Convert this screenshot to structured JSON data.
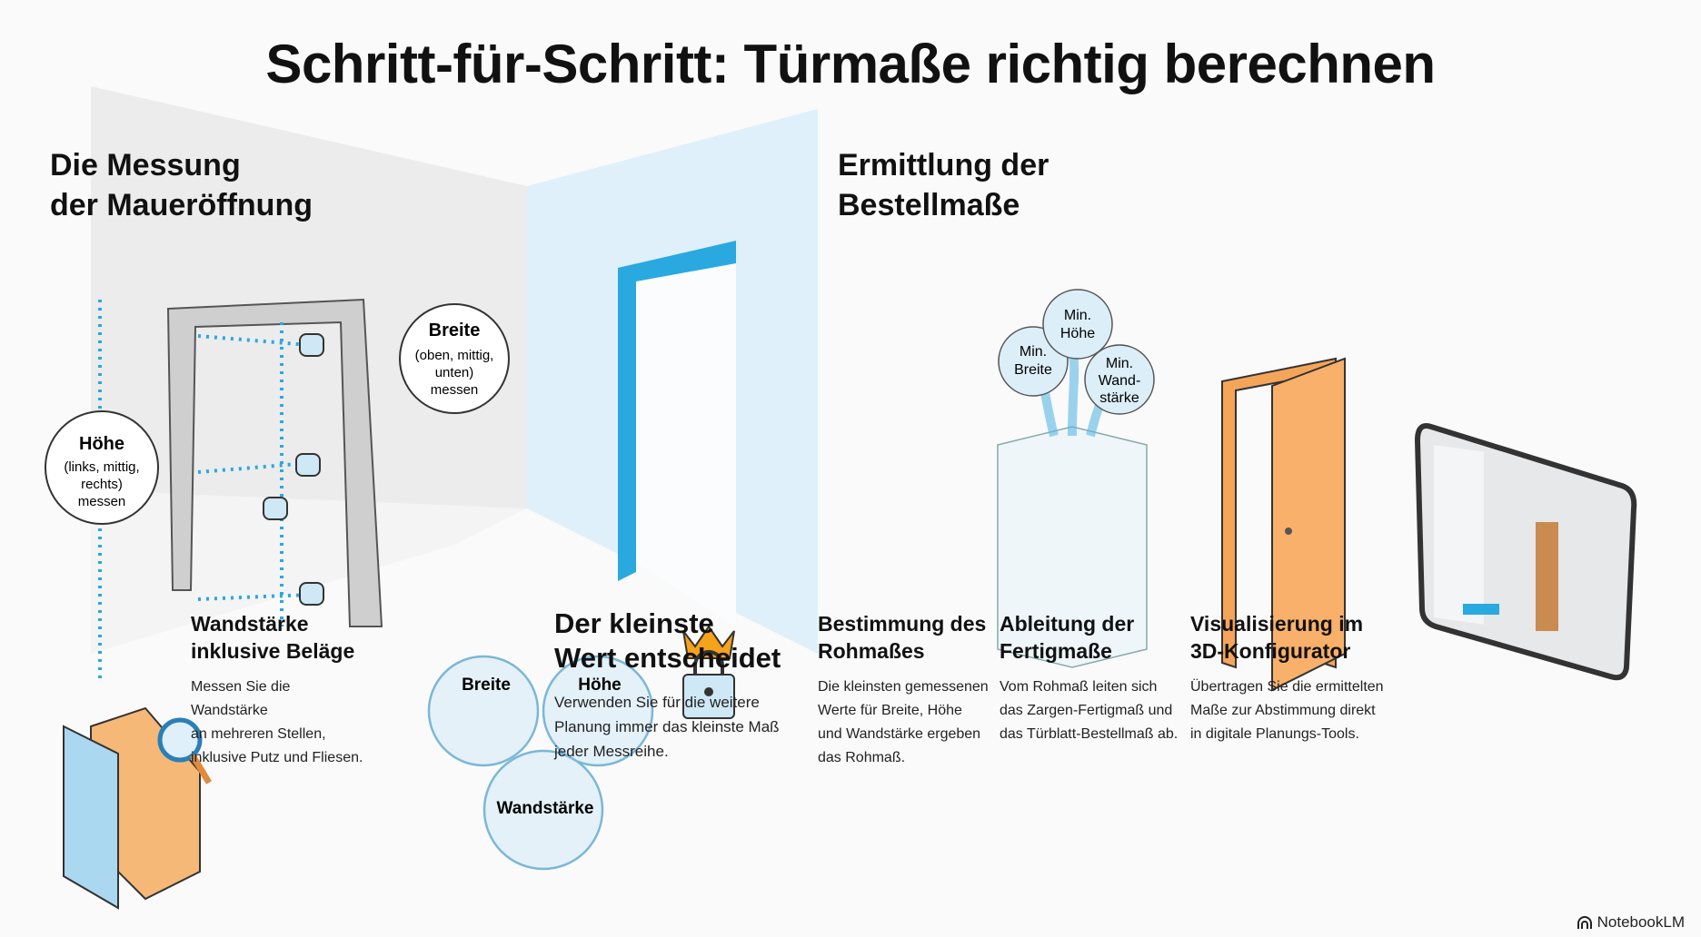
{
  "title": "Schritt-für-Schritt: Türmaße richtig berechnen",
  "left_section": {
    "title_line1": "Die Messung",
    "title_line2": "der Maueröffnung"
  },
  "right_section": {
    "title_line1": "Ermittlung der",
    "title_line2": "Bestellmaße"
  },
  "bubbles": {
    "breite": {
      "title": "Breite",
      "lines": [
        "(oben, mittig,",
        "unten)",
        "messen"
      ]
    },
    "hoehe": {
      "title": "Höhe",
      "lines": [
        "(links, mittig,",
        "rechts)",
        "messen"
      ]
    }
  },
  "venn": {
    "a": "Breite",
    "b": "Höhe",
    "c": "Wandstärke"
  },
  "min_bubbles": {
    "breite": [
      "Min.",
      "Breite"
    ],
    "hoehe": [
      "Min.",
      "Höhe"
    ],
    "wand": [
      "Min.",
      "Wand-",
      "stärke"
    ]
  },
  "steps": [
    {
      "title_line1": "Wandstärke",
      "title_line2": "inklusive Beläge",
      "body": [
        "Messen Sie die",
        "Wandstärke",
        "an mehreren Stellen,",
        "inklusive Putz und Fliesen."
      ]
    },
    {
      "title_line1": "Der kleinste",
      "title_line2": "Wert entscheidet",
      "body": [
        "Verwenden Sie für die weitere",
        "Planung immer das kleinste Maß",
        "jeder Messreihe."
      ]
    },
    {
      "title_line1": "Bestimmung des",
      "title_line2": "Rohmaßes",
      "body": [
        "Die kleinsten gemessenen",
        "Werte für Breite, Höhe",
        "und Wandstärke ergeben",
        "das Rohmaß."
      ]
    },
    {
      "title_line1": "Ableitung der",
      "title_line2": "Fertigmaße",
      "body": [
        "Vom Rohmaß leiten sich",
        "das Zargen-Fertigmaß und",
        "das Türblatt-Bestellmaß ab."
      ]
    },
    {
      "title_line1": "Visualisierung im",
      "title_line2": "3D-Konfigurator",
      "body": [
        "Übertragen Sie die ermittelten",
        "Maße zur Abstimmung direkt",
        "in digitale Planungs-Tools."
      ]
    }
  ],
  "brand": "NotebookLM",
  "colors": {
    "accent_blue": "#29a9e0",
    "light_blue": "#cfe8f5",
    "door_orange": "#f5a55a",
    "crown": "#f7a21b"
  }
}
